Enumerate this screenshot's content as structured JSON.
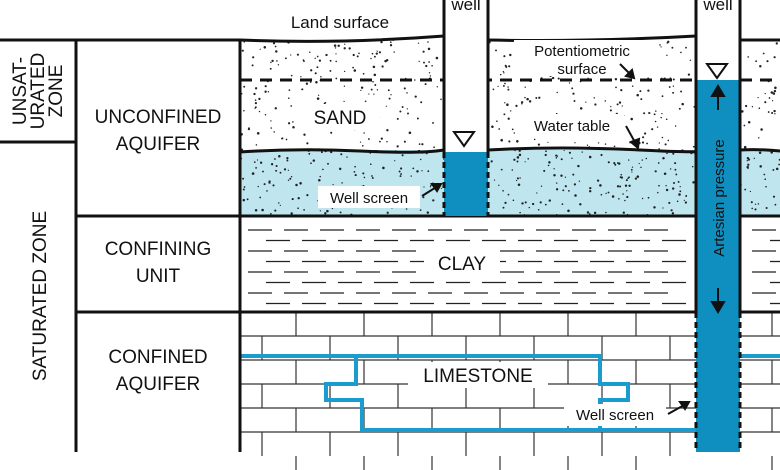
{
  "colors": {
    "water": "#bfe6ef",
    "well_water": "#0f8fbf",
    "limestone_outline": "#1a9ccf",
    "ink": "#111111"
  },
  "labels": {
    "land_surface": "Land surface",
    "well_left": "well",
    "well_right": "well",
    "unsaturated_zone": [
      "UNSAT-",
      "URATED",
      "ZONE"
    ],
    "saturated_zone": "SATURATED ZONE",
    "unconfined_aquifer": [
      "UNCONFINED",
      "AQUIFER"
    ],
    "confining_unit": [
      "CONFINING",
      "UNIT"
    ],
    "confined_aquifer": [
      "CONFINED",
      "AQUIFER"
    ],
    "sand": "SAND",
    "clay": "CLAY",
    "limestone": "LIMESTONE",
    "potentiometric_surface": [
      "Potentiometric",
      "surface"
    ],
    "water_table": "Water table",
    "well_screen_upper": "Well screen",
    "well_screen_lower": "Well screen",
    "artesian_pressure": "Artesian pressure"
  },
  "icons": [
    "water-level-triangle-icon",
    "arrow-up-icon",
    "arrow-down-icon"
  ]
}
